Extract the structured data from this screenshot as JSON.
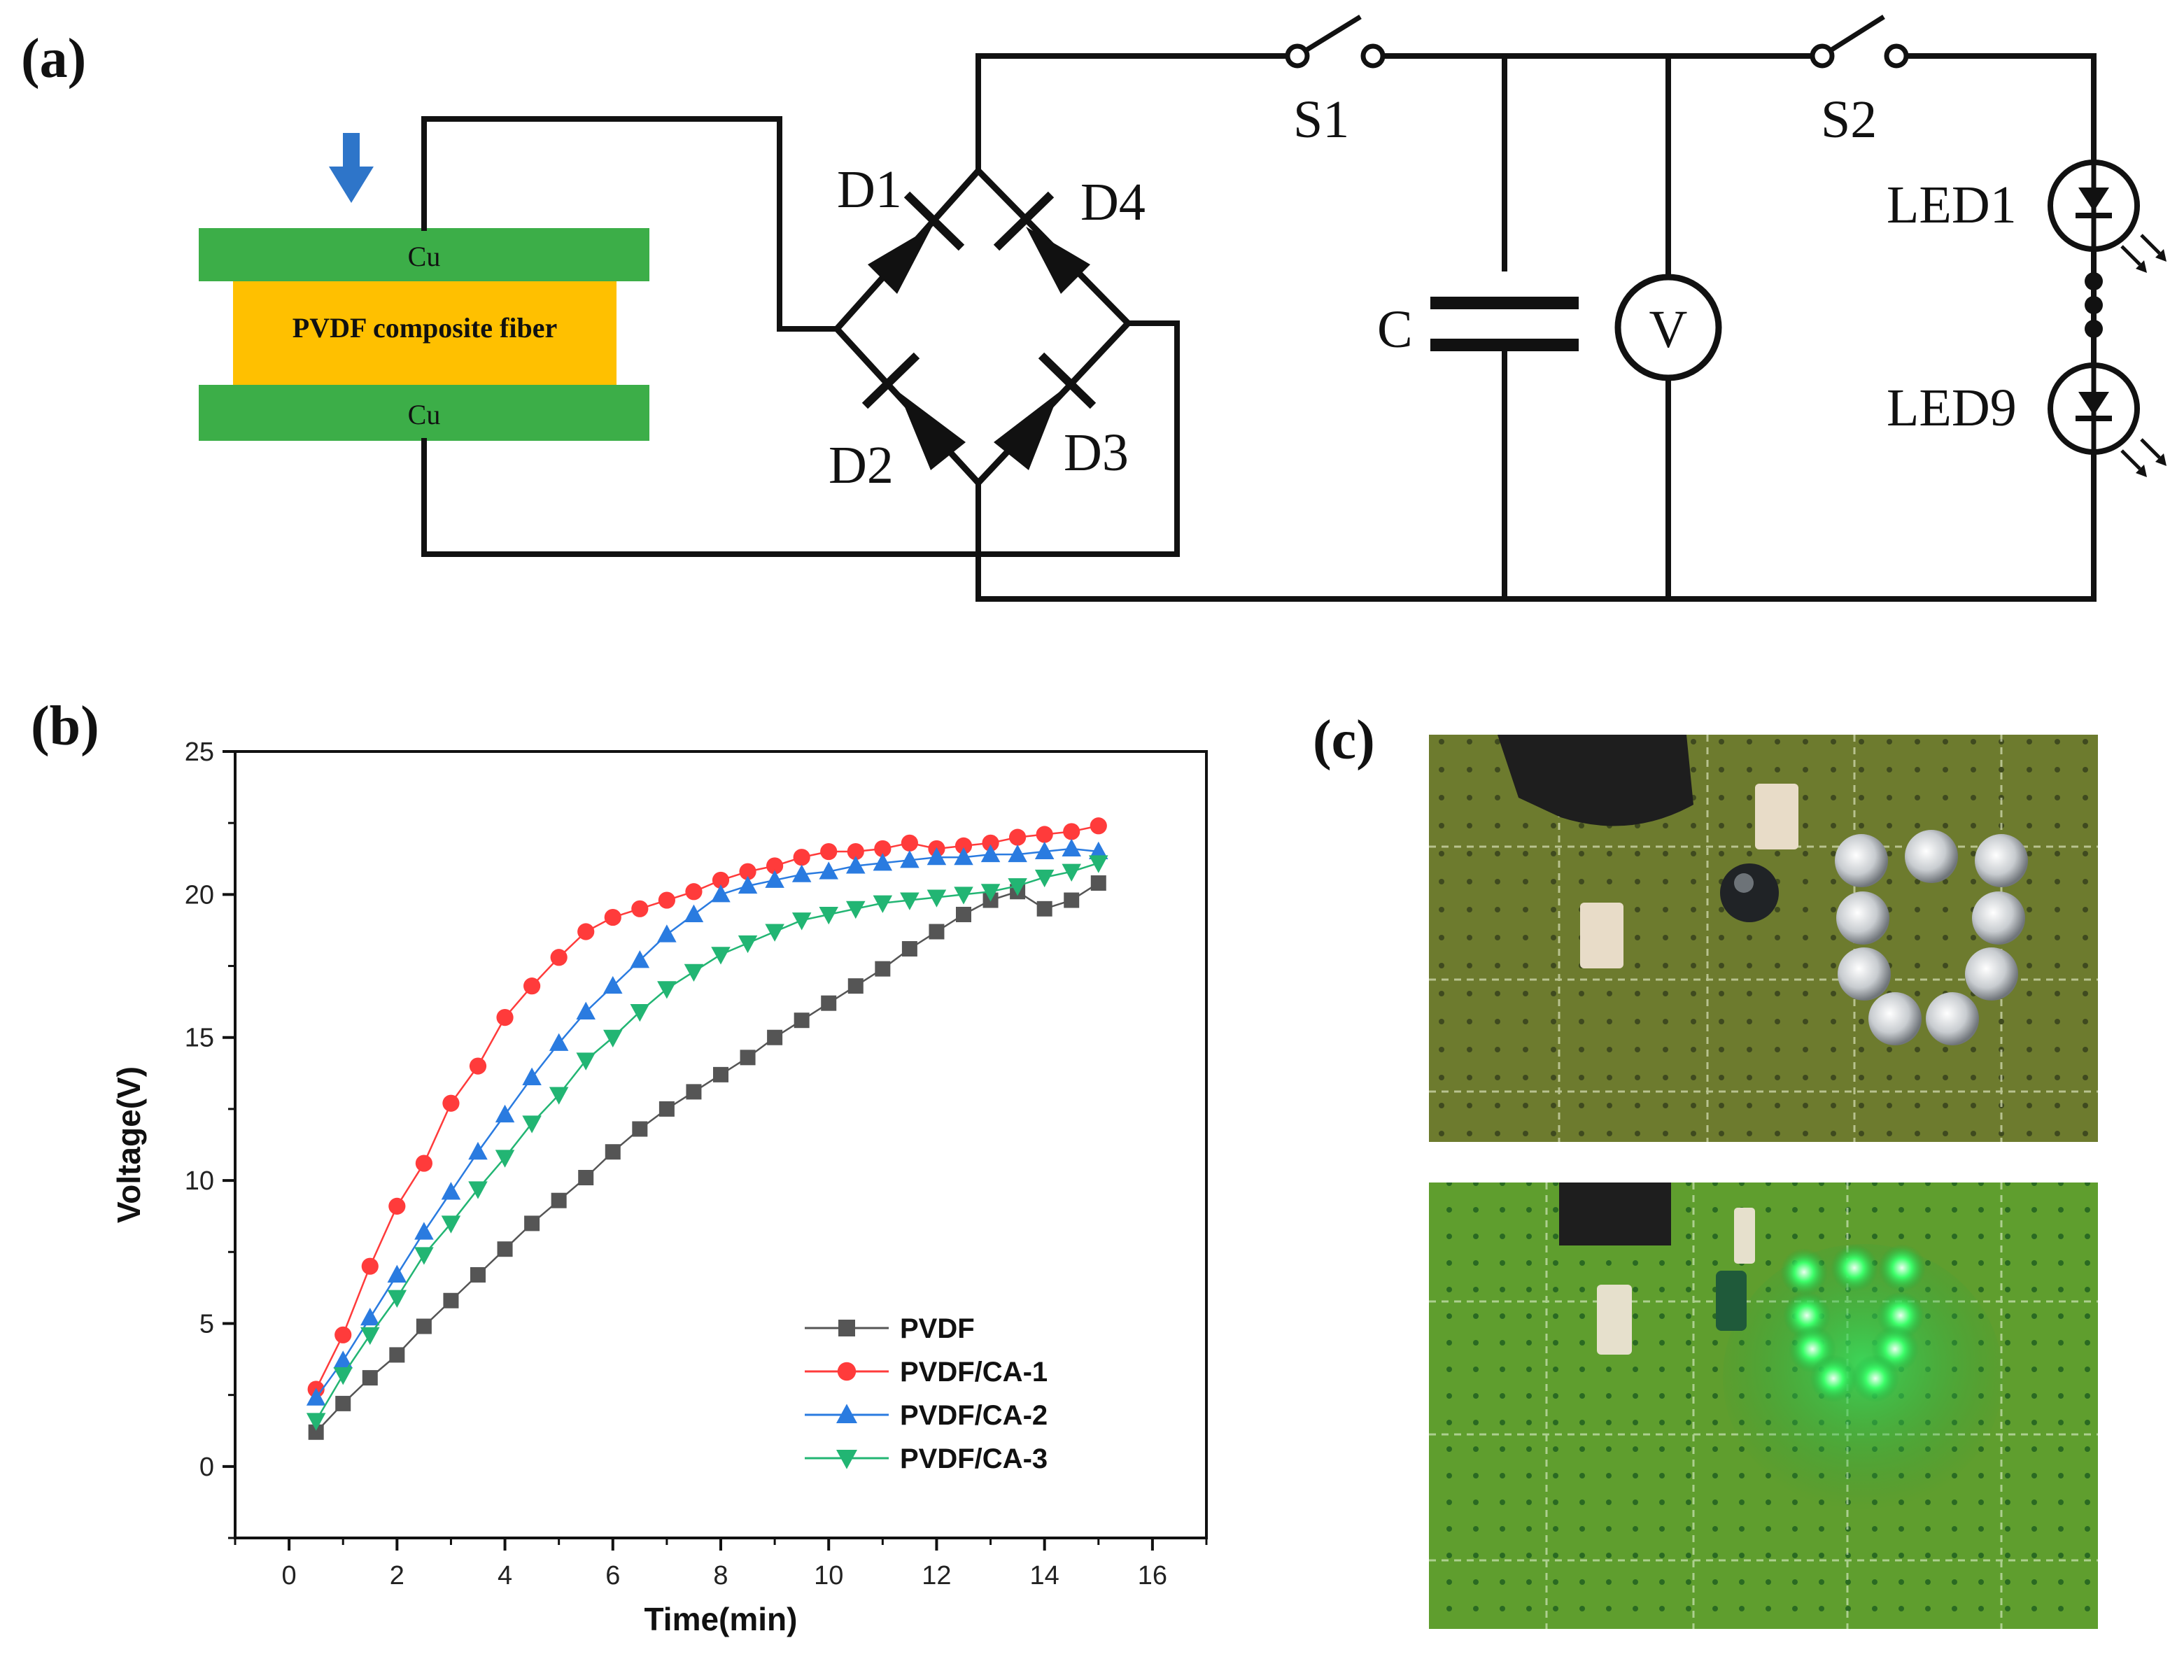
{
  "panels": {
    "a": "(a)",
    "b": "(b)",
    "c": "(c)"
  },
  "circuit": {
    "cu_top": "Cu",
    "cu_bottom": "Cu",
    "fiber": "PVDF composite fiber",
    "d1": "D1",
    "d2": "D2",
    "d3": "D3",
    "d4": "D4",
    "s1": "S1",
    "s2": "S2",
    "c": "C",
    "v": "V",
    "led1": "LED1",
    "led9": "LED9",
    "colors": {
      "cu": "#3cae48",
      "fiber": "#ffc000",
      "arrow": "#2e75c9"
    }
  },
  "chart_data": {
    "type": "line",
    "xlabel": "Time(min)",
    "ylabel": "Voltage(V)",
    "xlim": [
      -1,
      17
    ],
    "ylim": [
      -2.5,
      25
    ],
    "xticks": [
      0,
      2,
      4,
      6,
      8,
      10,
      12,
      14,
      16
    ],
    "yticks": [
      0,
      5,
      10,
      15,
      20,
      25
    ],
    "legend_position": "bottom-right",
    "x": [
      0.5,
      1,
      1.5,
      2,
      2.5,
      3,
      3.5,
      4,
      4.5,
      5,
      5.5,
      6,
      6.5,
      7,
      7.5,
      8,
      8.5,
      9,
      9.5,
      10,
      10.5,
      11,
      11.5,
      12,
      12.5,
      13,
      13.5,
      14,
      14.5,
      15
    ],
    "series": [
      {
        "name": "PVDF",
        "color": "#555555",
        "marker": "square",
        "values": [
          1.2,
          2.2,
          3.1,
          3.9,
          4.9,
          5.8,
          6.7,
          7.6,
          8.5,
          9.3,
          10.1,
          11.0,
          11.8,
          12.5,
          13.1,
          13.7,
          14.3,
          15.0,
          15.6,
          16.2,
          16.8,
          17.4,
          18.1,
          18.7,
          19.3,
          19.8,
          20.1,
          19.5,
          19.8,
          20.4
        ]
      },
      {
        "name": "PVDF/CA-1",
        "color": "#ff3b3b",
        "marker": "circle",
        "values": [
          2.7,
          4.6,
          7.0,
          9.1,
          10.6,
          12.7,
          14.0,
          15.7,
          16.8,
          17.8,
          18.7,
          19.2,
          19.5,
          19.8,
          20.1,
          20.5,
          20.8,
          21.0,
          21.3,
          21.5,
          21.5,
          21.6,
          21.8,
          21.6,
          21.7,
          21.8,
          22.0,
          22.1,
          22.2,
          22.4
        ]
      },
      {
        "name": "PVDF/CA-2",
        "color": "#2a7be0",
        "marker": "triangle-up",
        "values": [
          2.4,
          3.7,
          5.2,
          6.7,
          8.2,
          9.6,
          11.0,
          12.3,
          13.6,
          14.8,
          15.9,
          16.8,
          17.7,
          18.6,
          19.3,
          20.0,
          20.3,
          20.5,
          20.7,
          20.8,
          21.0,
          21.1,
          21.2,
          21.3,
          21.3,
          21.4,
          21.4,
          21.5,
          21.6,
          21.5
        ]
      },
      {
        "name": "PVDF/CA-3",
        "color": "#22b573",
        "marker": "triangle-down",
        "values": [
          1.6,
          3.2,
          4.6,
          5.9,
          7.4,
          8.5,
          9.7,
          10.8,
          12.0,
          13.0,
          14.2,
          15.0,
          15.9,
          16.7,
          17.3,
          17.9,
          18.3,
          18.7,
          19.1,
          19.3,
          19.5,
          19.7,
          19.8,
          19.9,
          20.0,
          20.1,
          20.3,
          20.6,
          20.8,
          21.1
        ]
      }
    ]
  }
}
